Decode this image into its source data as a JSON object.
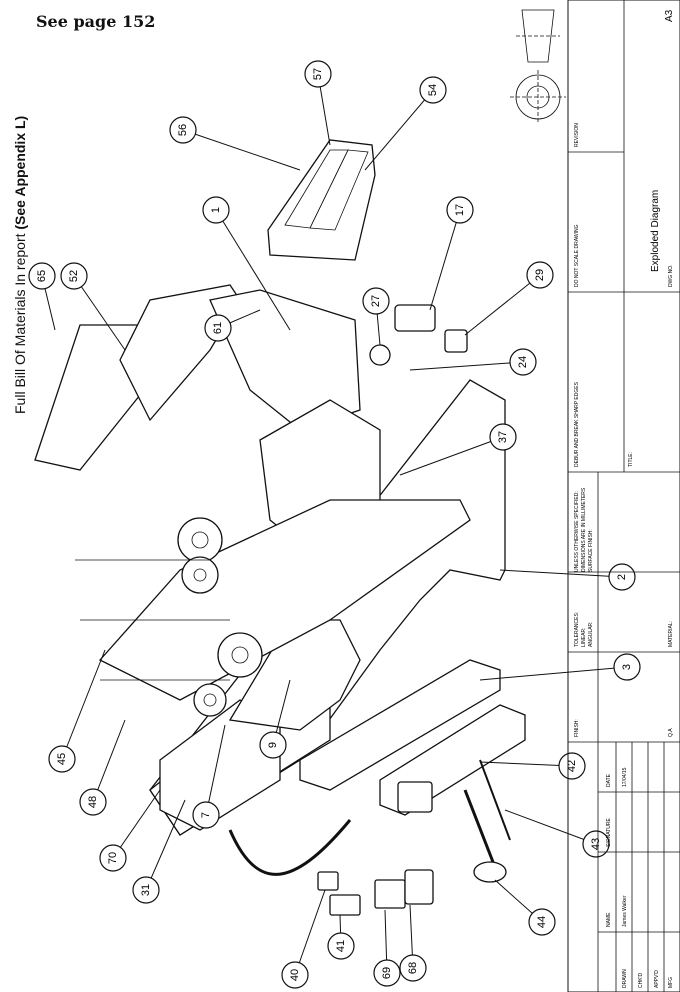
{
  "page_note": "See page 152",
  "side_title": {
    "prefix": "Full Bill Of Materials In report ",
    "bold": "(See Appendix L)"
  },
  "callouts": [
    {
      "label": "1"
    },
    {
      "label": "2"
    },
    {
      "label": "3"
    },
    {
      "label": "7"
    },
    {
      "label": "9"
    },
    {
      "label": "17"
    },
    {
      "label": "24"
    },
    {
      "label": "27"
    },
    {
      "label": "29"
    },
    {
      "label": "31"
    },
    {
      "label": "37"
    },
    {
      "label": "40"
    },
    {
      "label": "41"
    },
    {
      "label": "42"
    },
    {
      "label": "43"
    },
    {
      "label": "44"
    },
    {
      "label": "45"
    },
    {
      "label": "48"
    },
    {
      "label": "52"
    },
    {
      "label": "54"
    },
    {
      "label": "56"
    },
    {
      "label": "57"
    },
    {
      "label": "61"
    },
    {
      "label": "65"
    },
    {
      "label": "68"
    },
    {
      "label": "69"
    },
    {
      "label": "70"
    }
  ],
  "title_block": {
    "do_not_scale": "DO NOT SCALE DRAWING",
    "revision": "REVISION",
    "title_label": "TITLE:",
    "title": "Exploded Diagram",
    "debur": "DEBUR AND BREAK SHARP EDGES",
    "finish": "FINISH:",
    "unless": "UNLESS OTHERWISE SPECIFIED:",
    "dims": "DIMENSIONS ARE IN MILLIMETERS",
    "surface": "SURFACE FINISH:",
    "tolerances": "TOLERANCES:",
    "linear": "LINEAR:",
    "angular": "ANGULAR:",
    "name": "NAME",
    "signature": "SIGNATURE",
    "date": "DATE",
    "drawn": "DRAWN",
    "drawn_name": "James Walker",
    "drawn_date": "17/04/15",
    "chkd": "CHK'D",
    "appvd": "APPV'D",
    "mfg": "MFG",
    "qa": "Q.A",
    "material": "MATERIAL:",
    "dwg_no": "DWG NO.",
    "sheet_size": "A3"
  }
}
